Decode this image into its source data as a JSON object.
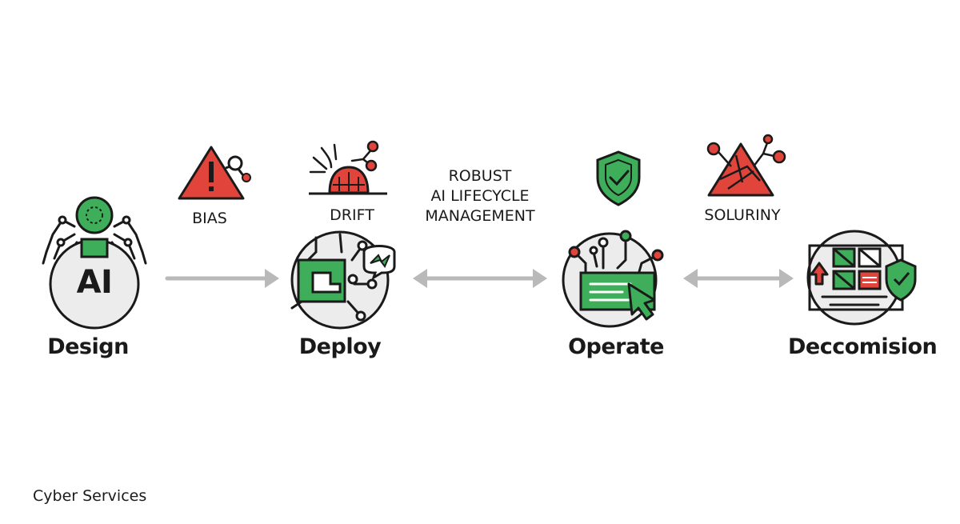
{
  "title": {
    "line1": "ROBUST",
    "line2": "AI LIFECYCLE",
    "line3": "MANAGEMENT"
  },
  "stages": [
    {
      "label": "Design",
      "icon": "ai-chip-icon",
      "badge_text": "AI"
    },
    {
      "label": "Deploy",
      "icon": "circuit-board-icon"
    },
    {
      "label": "Operate",
      "icon": "monitor-cursor-icon"
    },
    {
      "label": "Deccomision",
      "icon": "grid-shield-icon"
    }
  ],
  "risks": [
    {
      "label": "BIAS",
      "icon": "warning-triangle-icon"
    },
    {
      "label": "DRIFT",
      "icon": "eroding-chip-icon"
    },
    {
      "label": "",
      "icon": "shield-check-icon"
    },
    {
      "label": "SOLURINY",
      "icon": "broken-triangle-icon"
    }
  ],
  "footer": {
    "brand": "Cyber Services"
  },
  "colors": {
    "green": "#3fae5a",
    "red": "#e0443a",
    "stroke": "#1a1a1a",
    "circle_fill": "#ececec",
    "arrow": "#b9b9b9"
  }
}
